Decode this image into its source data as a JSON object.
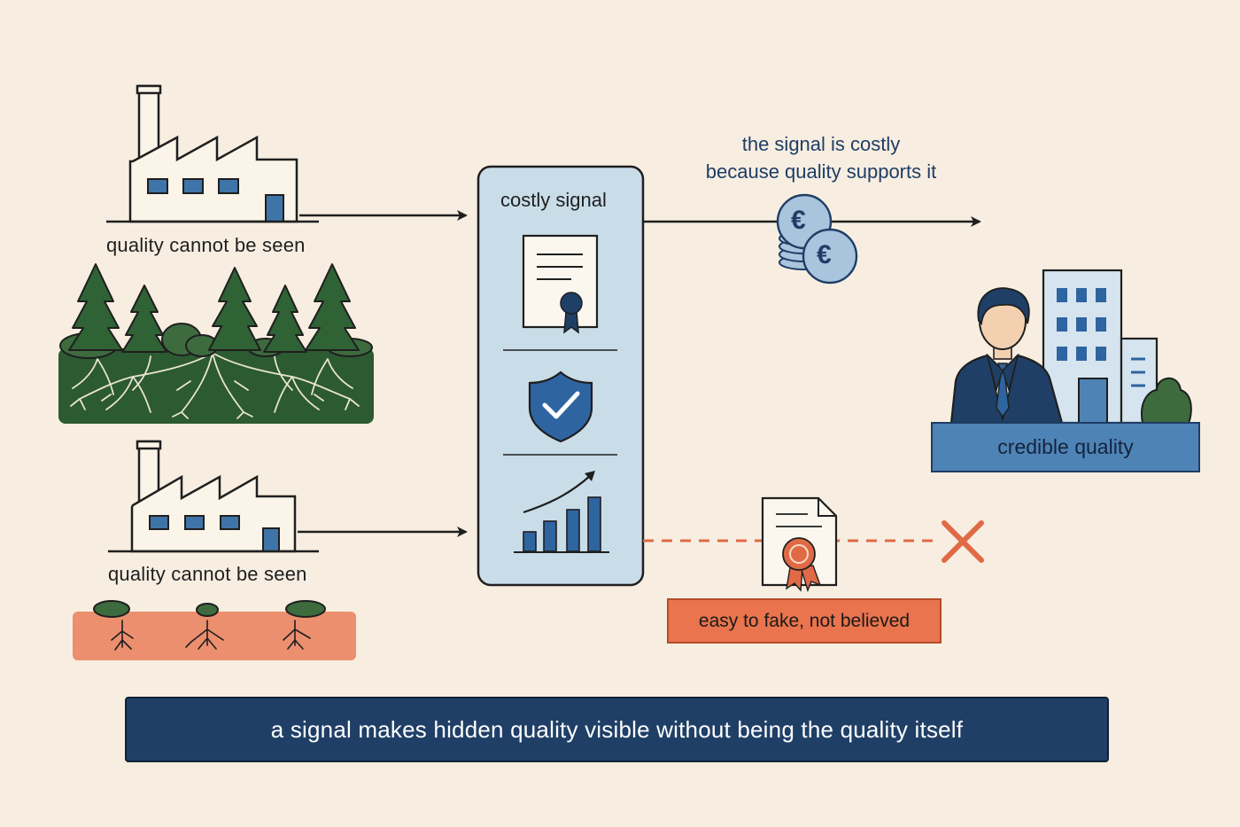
{
  "top_factory": {
    "label": "quality cannot be seen"
  },
  "bottom_factory": {
    "label": "quality cannot be seen"
  },
  "signal_panel": {
    "title": "costly signal"
  },
  "costly_note": {
    "line1": "the signal is costly",
    "line2": "because quality supports it"
  },
  "coins": {
    "symbol": "€"
  },
  "credible": {
    "label": "credible quality"
  },
  "fake": {
    "label": "easy to fake, not believed"
  },
  "caption": {
    "text": "a signal makes hidden quality visible without being the quality itself"
  },
  "colors": {
    "background": "#f7eee1",
    "navy": "#1f3f66",
    "blue": "#4e83b6",
    "panel": "#c9dde9",
    "forest": "#3d6b3e",
    "soil": "#2c5a31",
    "orange": "#e06a46",
    "ink": "#1f1f1f"
  },
  "icons": [
    "factory-icon",
    "tree-icon",
    "roots-icon",
    "certificate-icon",
    "shield-check-icon",
    "growth-chart-icon",
    "euro-coins-icon",
    "businessman-icon",
    "office-building-icon",
    "cross-icon"
  ]
}
